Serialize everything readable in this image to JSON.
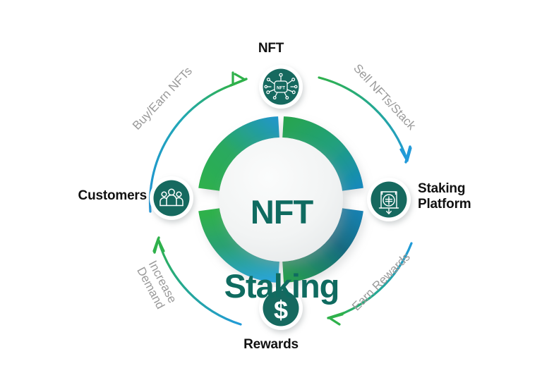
{
  "diagram": {
    "title": "NFT Staking",
    "center": {
      "line1": "NFT",
      "line2": "Staking",
      "text_color": "#0f6b60"
    },
    "nodes": [
      {
        "id": "nft",
        "label": "NFT",
        "icon": "nft-network-icon",
        "position": "top",
        "circle_color": "#12695f"
      },
      {
        "id": "staking-platform",
        "label": "Staking\nPlatform",
        "icon": "money-vault-icon",
        "position": "right",
        "circle_color": "#12695f"
      },
      {
        "id": "rewards",
        "label": "Rewards",
        "icon": "dollar-icon",
        "position": "bottom",
        "circle_color": "#12695f"
      },
      {
        "id": "customers",
        "label": "Customers",
        "icon": "people-group-icon",
        "position": "left",
        "circle_color": "#12695f"
      }
    ],
    "flows": [
      {
        "id": "buy-earn-nfts",
        "label": "Buy/Earn NFTs",
        "from": "customers",
        "to": "nft",
        "direction": "clockwise",
        "arrow_color_start": "#2aa6de",
        "arrow_color_end": "#2bb24a"
      },
      {
        "id": "sell-nfts-stack",
        "label": "Sell NFTs/Stack",
        "from": "nft",
        "to": "staking-platform",
        "direction": "clockwise",
        "arrow_color_start": "#2bb24a",
        "arrow_color_end": "#2aa6de"
      },
      {
        "id": "earn-rewards",
        "label": "Earn Rewards",
        "from": "staking-platform",
        "to": "rewards",
        "direction": "clockwise",
        "arrow_color_start": "#2aa6de",
        "arrow_color_end": "#2bb24a"
      },
      {
        "id": "increase-demand",
        "label": "Increase\nDemand",
        "from": "rewards",
        "to": "customers",
        "direction": "clockwise",
        "arrow_color_start": "#2aa6de",
        "arrow_color_end": "#2bb24a"
      }
    ],
    "ring_segments": [
      {
        "id": "segment-top-left",
        "from_color": "#2db04b",
        "to_color": "#2196cf"
      },
      {
        "id": "segment-top-right",
        "from_color": "#2aa249",
        "to_color": "#1587c0"
      },
      {
        "id": "segment-bottom-right",
        "from_color": "#12607f",
        "to_color": "#2ba24a"
      },
      {
        "id": "segment-bottom-left",
        "from_color": "#2db04b",
        "to_color": "#29a4d6"
      }
    ],
    "colors": {
      "background": "#ffffff",
      "icon_circle": "#12695f",
      "node_label": "#111111",
      "flow_label": "#9a9a9a",
      "inner_disc": "#f0f2f2",
      "accent_green": "#2bb24a",
      "accent_blue": "#2aa6de",
      "accent_teal": "#0f6b60"
    }
  },
  "chart_data": {
    "type": "diagram",
    "title": "NFT Staking",
    "cycle": [
      "NFT",
      "Staking Platform",
      "Rewards",
      "Customers"
    ],
    "transitions": [
      "Sell NFTs/Stack",
      "Earn Rewards",
      "Increase Demand",
      "Buy/Earn NFTs"
    ]
  }
}
